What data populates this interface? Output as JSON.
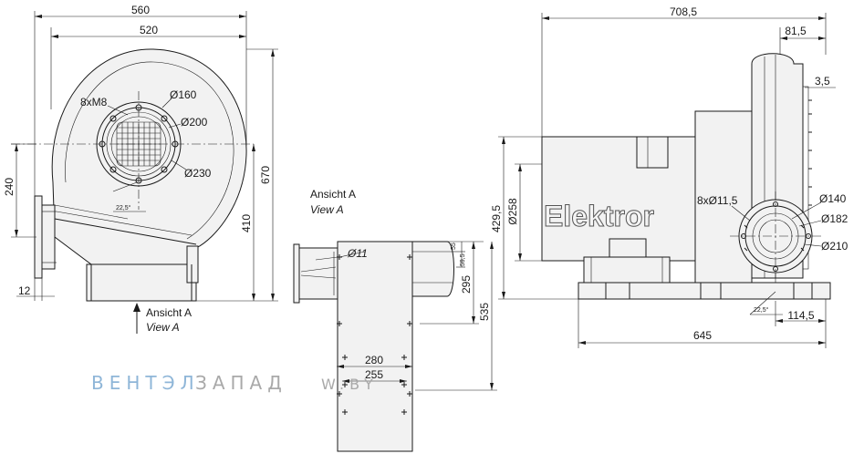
{
  "colors": {
    "line": "#1a1a1a",
    "body_fill": "#f2f2f2",
    "watermark_blue": "#8fb6d8",
    "watermark_gray": "#a9a9a9"
  },
  "front_view": {
    "dims": {
      "total_width": "560",
      "housing_width": "520",
      "height": "670",
      "center_height": "410",
      "left_height": "240",
      "flange": "12"
    },
    "labels": {
      "bolts": "8xM8",
      "d160": "Ø160",
      "d200": "Ø200",
      "d230": "Ø230",
      "angle": "22,5°"
    },
    "view_label": {
      "de": "Ansicht A",
      "en": "View A"
    }
  },
  "view_a": {
    "title": {
      "de": "Ansicht A",
      "en": "View A"
    },
    "dims": {
      "hole": "Ø11",
      "d55": "55",
      "d59": "59,5",
      "d295": "295",
      "d535": "535",
      "d280": "280",
      "d255": "255"
    }
  },
  "side_view": {
    "dims": {
      "total_width": "708,5",
      "d81": "81,5",
      "d3": "3,5",
      "d429": "429,5",
      "d258": "Ø258",
      "bolts": "8xØ11,5",
      "d140": "Ø140",
      "d182": "Ø182",
      "d210": "Ø210",
      "angle": "22,5°",
      "d114": "114,5",
      "d645": "645"
    },
    "brand": "Elektror"
  },
  "watermark": {
    "part1": "ВЕНТЭЛ",
    "part2": "ЗАПАД",
    "part3": "W.BY"
  }
}
